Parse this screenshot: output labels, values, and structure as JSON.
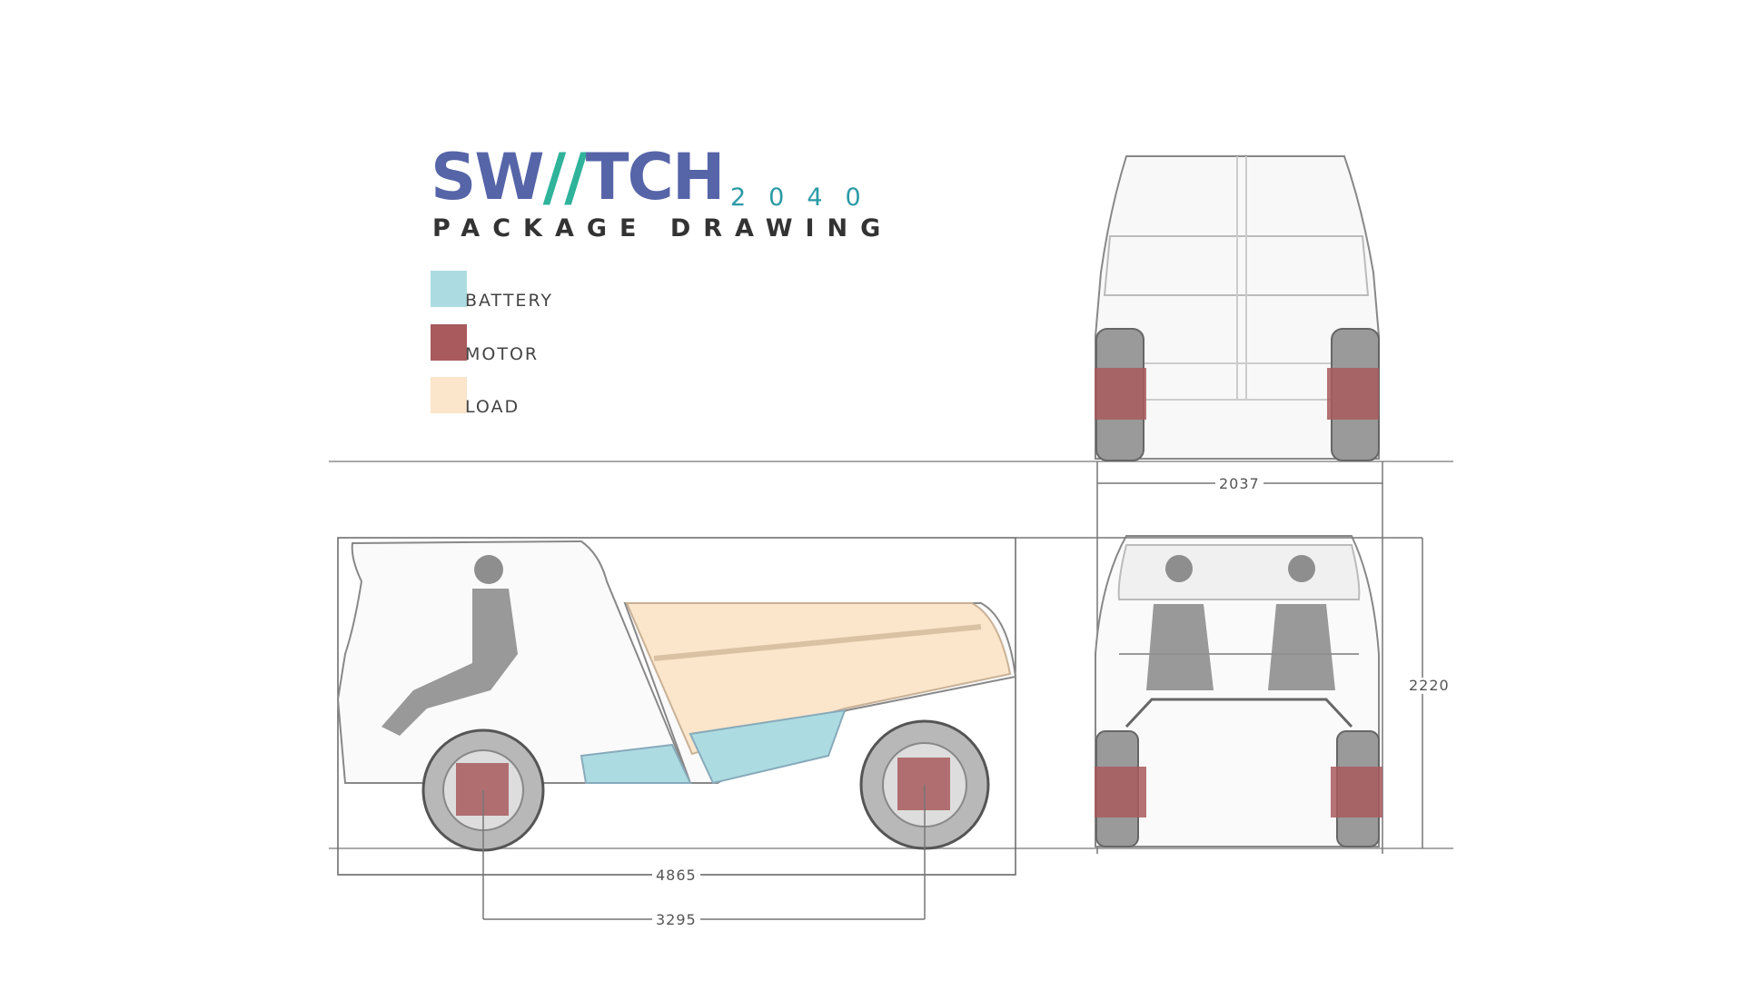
{
  "header": {
    "logo_text": "SWITCH",
    "year": "2040",
    "subtitle": "PACKAGE DRAWING"
  },
  "legend": [
    {
      "label": "BATTERY",
      "color": "#acdce2"
    },
    {
      "label": "MOTOR",
      "color": "#a85a5d"
    },
    {
      "label": "LOAD",
      "color": "#fbe5cb"
    }
  ],
  "dimensions": {
    "overall_length": "4865",
    "wheelbase": "3295",
    "width": "2037",
    "height": "2220"
  },
  "colors": {
    "brand_blue": "#5664a8",
    "brand_green": "#2fb39b",
    "accent_teal": "#2b9aa6",
    "battery": "#acdce2",
    "motor": "#a85a5d",
    "load": "#fbe5cb",
    "line": "#9a9a9a"
  }
}
